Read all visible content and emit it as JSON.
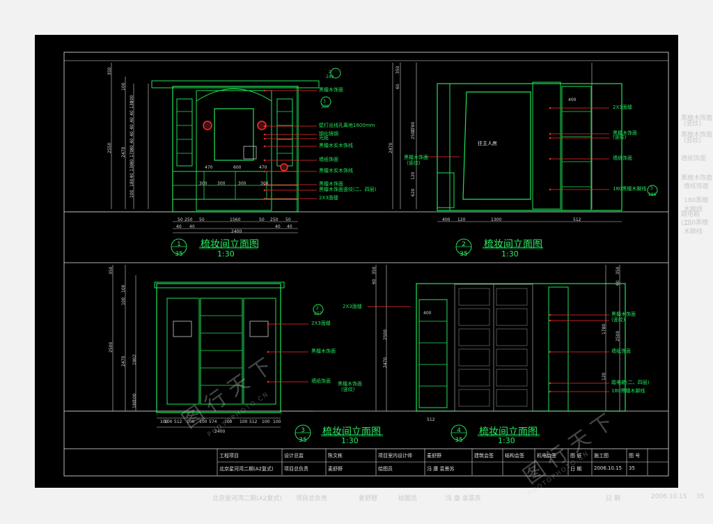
{
  "sheet": {
    "panels": [
      {
        "id": "1",
        "sheet": "35",
        "title": "梳妆间立面图",
        "scale": "1:30"
      },
      {
        "id": "2",
        "sheet": "35",
        "title": "梳妆间立面图",
        "scale": "1:30"
      },
      {
        "id": "3",
        "sheet": "35",
        "title": "梳妆间立面图",
        "scale": "1:30"
      },
      {
        "id": "4",
        "sheet": "35",
        "title": "梳妆间立面图",
        "scale": "1:30"
      }
    ],
    "p1_callouts": [
      "黑檀木饰面",
      "壁灯出线孔离地1600mm",
      "钢化镜钢",
      "光纸",
      "黑檀木实木饰线",
      "墙纸饰面",
      "黑檀木实木饰线",
      "黑檀木饰面",
      "黑檀木饰面竖纹(二、四层)",
      "2X3面缝"
    ],
    "p1_tag_top": {
      "a": "2",
      "b": "243"
    },
    "p1_tag_mid": {
      "a": "3",
      "b": "300"
    },
    "p1_dims_bottom": [
      "50",
      "250",
      "50",
      "1560",
      "50",
      "250",
      "50"
    ],
    "p1_dims_bottom2": [
      "40",
      "40",
      "40",
      "40"
    ],
    "p1_total": "2400",
    "p1_inner": [
      "470",
      "600",
      "470"
    ],
    "p1_inner2": [
      "300",
      "300",
      "300",
      "300"
    ],
    "p1_left": [
      "350",
      "2550",
      "2470",
      "100",
      "100",
      "130",
      "40",
      "40",
      "40",
      "40",
      "40",
      "40",
      "170",
      "40",
      "130",
      "40",
      "180",
      "100"
    ],
    "p2_label_door": "往主人房",
    "p2_callouts": [
      "2X3面缝",
      "黑檀木饰面",
      "(竖纹)",
      "墙纸饰面",
      "180黑檀木脚线"
    ],
    "p2_left_callout": [
      "黑檀木饰面",
      "(竖纹)"
    ],
    "p2_tag": {
      "a": "3",
      "b": "286"
    },
    "p2_dims_bottom": [
      "400",
      "120",
      "1300",
      "512"
    ],
    "p2_left": [
      "350",
      "60",
      "2500",
      "1780",
      "2470",
      "120",
      "620"
    ],
    "p2_shelf": "400",
    "p3_callouts": [
      "2X3面缝",
      "黑檀木饰面",
      "墙纸饰面"
    ],
    "p3_left_callout": [
      "黑檀木饰面",
      "(竖纹)"
    ],
    "p3_tag": {
      "a": "2",
      "b": "257"
    },
    "p3_dims_bottom": [
      "100",
      "100",
      "512",
      "100",
      "100",
      "574",
      "100",
      "100",
      "512",
      "100",
      "100"
    ],
    "p3_total": "2400",
    "p3_left": [
      "350",
      "100",
      "100",
      "2500",
      "2470",
      "1902",
      "100",
      "180"
    ],
    "p4_callouts": [
      "黑檀木饰面",
      "(竖纹)",
      "墙纸饰面",
      "踏电箱(二、四层)",
      "180黑檀木脚线"
    ],
    "p4_left_callout": "2X3面缝",
    "p4_shelf": "400",
    "p4_dim_bottom": "512",
    "p4_left": [
      "350",
      "60",
      "2500",
      "2470"
    ],
    "p4_right": [
      "350",
      "60",
      "1780",
      "2500",
      "120"
    ],
    "titleblock": {
      "row1": [
        "工程项目",
        "设计总监",
        "陈文栋",
        "项目室内设计师",
        "麦舒野",
        "建筑会签",
        "结构会签",
        "机电会签",
        "图 纸",
        "施工图",
        "图 号"
      ],
      "row2": [
        "北京星河湾二期(A2复式)",
        "项目总负责",
        "麦舒野",
        "绘图员",
        "冯 康 袁景苏",
        "",
        "",
        "",
        "日 期",
        "2006.10.15",
        "35"
      ]
    },
    "bg_right": [
      "黑檀木饰面",
      "(竖纹)",
      "黑檀木饰面",
      "(竖纹)",
      "墙纸饰面",
      "180黑檀木脚线",
      "黑檀木饰面",
      "墙纸饰面",
      "踏电箱(二、",
      "180黑檀木脚线"
    ],
    "bg_bottom": [
      "北京星河湾二期(A2复式)",
      "项目总负责",
      "麦舒野",
      "绘图员",
      "冯 康 袁景苏",
      "日 期",
      "2006.10.15",
      "35"
    ],
    "watermark": [
      "图 行 天 下",
      "PHOTOPHOTO.CN"
    ],
    "colors": {
      "bg": "#000000",
      "line": "#1fe45a",
      "dim": "#d8d8d8",
      "red": "#ff2a2a",
      "accent": "#2bef63"
    }
  }
}
